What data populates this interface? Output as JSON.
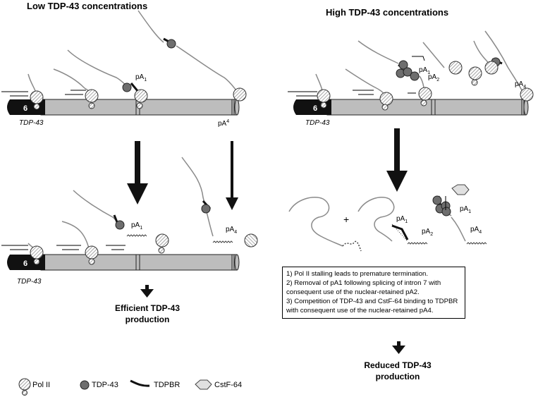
{
  "left_panel": {
    "title": "Low TDP-43 concentrations",
    "exon_number": "6",
    "gene_label": "TDP-43",
    "pA1_label": "pA",
    "pA1_sub": "1",
    "pA4_label": "pA",
    "pA4_sub": "4",
    "lower_exon_number": "6",
    "lower_gene_label": "TDP-43",
    "lower_pA1_label": "pA",
    "lower_pA1_sub": "1",
    "lower_pA4_label": "pA",
    "lower_pA4_sub": "4",
    "outcome_line1": "Efficient TDP-43",
    "outcome_line2": "production"
  },
  "right_panel": {
    "title": "High TDP-43 concentrations",
    "exon_number": "6",
    "gene_label": "TDP-43",
    "pA1_label": "pA",
    "pA1_sub": "1",
    "pA2_label": "pA",
    "pA2_sub": "2",
    "pA4_label": "pA",
    "pA4_sub": "4",
    "plus": "+",
    "lower_pA1_label": "pA",
    "lower_pA1_sub": "1",
    "lower_pA2_label": "pA",
    "lower_pA2_sub": "2",
    "lower_pA1b_label": "pA",
    "lower_pA1b_sub": "1",
    "lower_pA4_label": "pA",
    "lower_pA4_sub": "4",
    "notes": [
      "1) Pol II stalling leads to premature termination.",
      "2) Removal of pA1 following splicing of intron 7 with",
      "consequent use of the nuclear-retained pA2.",
      "3) Competition of TDP-43 and CstF-64 binding to TDPBR",
      "with consequent use of the nuclear-retained pA4."
    ],
    "outcome_line1": "Reduced TDP-43",
    "outcome_line2": "production"
  },
  "legend": {
    "pol2": "Pol II",
    "tdp43": "TDP-43",
    "tdpbr": "TDPBR",
    "cstf64": "CstF-64"
  },
  "colors": {
    "gene_body": "#bdbdbd",
    "exon": "#111111",
    "tdp43": "#6e6e6e",
    "rna": "#8a8a8a",
    "polyA": "#444444"
  }
}
